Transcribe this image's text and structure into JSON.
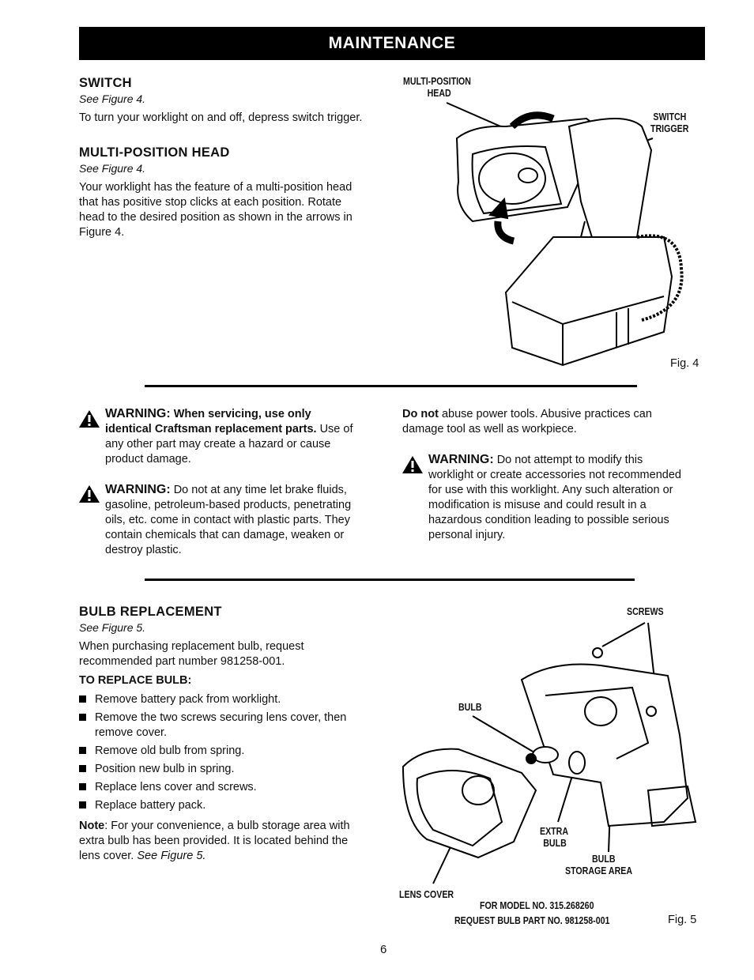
{
  "header": {
    "title": "MAINTENANCE"
  },
  "switch_section": {
    "heading": "SWITCH",
    "see_figure": "See Figure 4.",
    "body": "To turn your worklight on and off, depress switch trigger."
  },
  "multi_section": {
    "heading": "MULTI-POSITION HEAD",
    "see_figure": "See Figure 4.",
    "body_lines": [
      "Your worklight has the feature of a multi-position head",
      "that has positive stop clicks at each position. Rotate",
      "head to the desired position as shown in the arrows in",
      "Figure 4."
    ]
  },
  "figure4": {
    "label_head_line1": "MULTI-POSITION",
    "label_head_line2": "HEAD",
    "label_switch_line1": "SWITCH",
    "label_switch_line2": "TRIGGER",
    "caption": "Fig. 4"
  },
  "warnings": {
    "w1": {
      "word": "WARNING:",
      "bold_line1": "When servicing, use only",
      "bold_line2": "identical Craftsman replacement parts.",
      "tail": "Use of",
      "line3": "any other part may create a hazard or cause",
      "line4": "product damage."
    },
    "w2": {
      "word": "WARNING:",
      "line1": "Do not at any time let brake fluids,",
      "line2": "gasoline, petroleum-based products, penetrating",
      "line3": "oils, etc. come in contact with plastic parts. They",
      "line4": "contain chemicals that can damage, weaken or",
      "line5": "destroy plastic."
    },
    "abuse": {
      "bold": "Do not",
      "line1": "abuse power tools. Abusive practices can",
      "line2": "damage tool as well as workpiece."
    },
    "w3": {
      "word": "WARNING:",
      "line1": "Do not attempt to modify this",
      "line2": "worklight or create accessories not recommended",
      "line3": "for use with this worklight. Any such alteration or",
      "line4": "modification is misuse and could result in a",
      "line5": "hazardous condition leading to possible serious",
      "line6": "personal injury."
    }
  },
  "bulb_section": {
    "heading": "BULB REPLACEMENT",
    "see_figure": "See Figure 5.",
    "intro_line1": "When purchasing replacement bulb, request",
    "intro_line2": "recommended part number 981258-001.",
    "subheading": "TO REPLACE BULB:",
    "steps": [
      "Remove battery pack from worklight.",
      "Remove the two screws securing lens cover, then remove cover.",
      "Remove old bulb from spring.",
      "Position new bulb in spring.",
      "Replace lens cover and screws.",
      "Replace battery pack."
    ],
    "note_label": "Note",
    "note_line1": ": For your convenience, a bulb storage area with",
    "note_line2": "extra bulb has been provided. It is located behind the",
    "note_line3": "lens cover.",
    "note_see": "See Figure 5."
  },
  "figure5": {
    "label_screws": "SCREWS",
    "label_bulb": "BULB",
    "label_extra_line1": "EXTRA",
    "label_extra_line2": "BULB",
    "label_storage_line1": "BULB",
    "label_storage_line2": "STORAGE AREA",
    "label_lens": "LENS COVER",
    "model_line": "FOR MODEL NO. 315.268260",
    "part_line": "REQUEST BULB PART NO. 981258-001",
    "caption": "Fig. 5"
  },
  "footer": {
    "page_number": "6"
  }
}
